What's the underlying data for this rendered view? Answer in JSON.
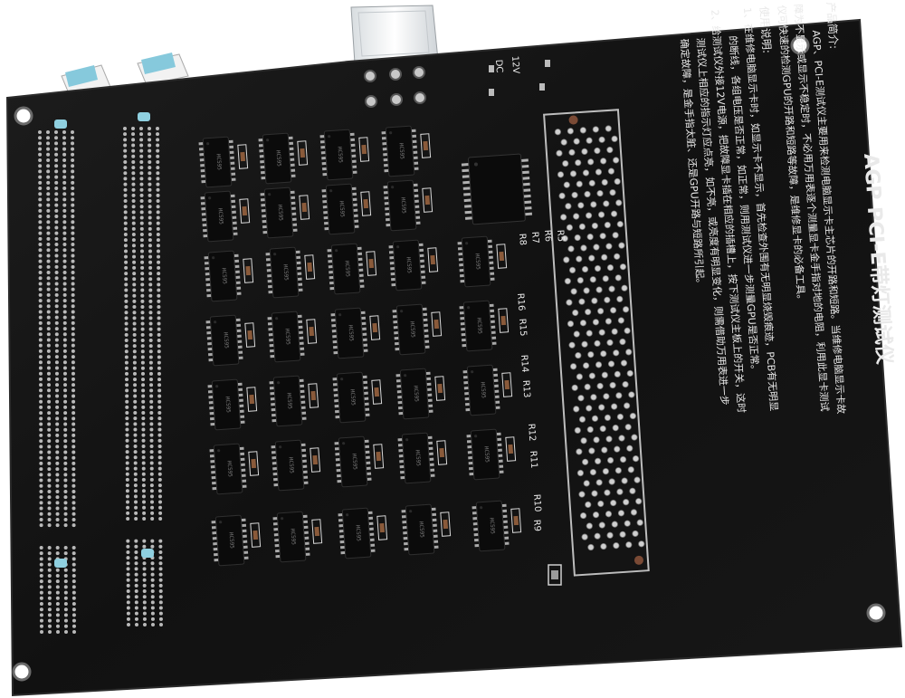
{
  "board": {
    "title": "AGP PCI-E带灯测试仪",
    "intro_heading": "产品简介:",
    "intro_lines": [
      "AGP、PCI-E测试仪主要用来检测电脑显示卡主芯片的开路和短路。当维修电脑显示卡故",
      "障为不显示或显示不稳定时，不必用万用表逐个测量显卡金手指对地的电阻，利用此显卡测试",
      "仪可快速的检测GPU的开路和短路等故障，是维修显卡的必备工具。"
    ],
    "usage_heading": "使用说明:",
    "usage_lines": [
      "1、在维修电脑显示卡时，如显示卡不显示，首先检查外围有无明显烧毁痕迹，PCB有无明显",
      "的断线，各组电压是否正常，如正常，则用测试仪进一步测量GPU是否正常。",
      "2、给测试仪外接12V电源，把故障显卡插在相应的插槽上，按下测试仪主板上的开关，这时",
      "测试仪上相应的指示灯应点亮，如不亮，或亮度有明显变化，则需借助万用表进一步",
      "确定故障，是金手指太脏、还是GPU开路与短路所引起。"
    ],
    "power_label": "12V",
    "dc_label": "DC",
    "resistor_labels": [
      "R5",
      "R6",
      "R7",
      "R8",
      "R9",
      "R10",
      "R11",
      "R12",
      "R13",
      "R14",
      "R15",
      "R16"
    ],
    "chip_marking": "HC595"
  },
  "colors": {
    "pcb": "#131313",
    "pcb_edge": "#1e1e1e",
    "silkscreen": "#e9e9e9",
    "connector_blue": "#8fd0e0",
    "pad_silver": "#b9b9b9",
    "chip_body": "#0b0b0b",
    "usb_white": "#f0f0f0"
  }
}
